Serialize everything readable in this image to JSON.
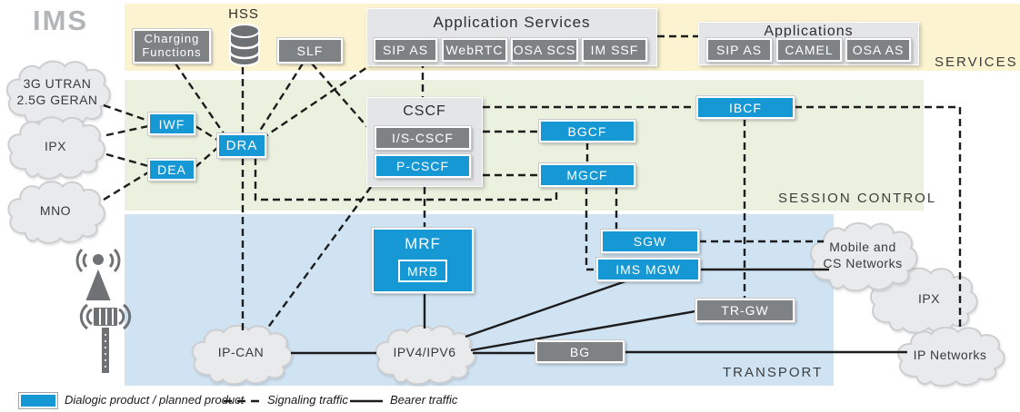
{
  "logo": "IMS",
  "bands": {
    "services": "SERVICES",
    "session_control": "SESSION CONTROL",
    "transport": "TRANSPORT"
  },
  "colors": {
    "product_blue": "#1698d4",
    "node_gray": "#7f8285",
    "services_bg": "#fcf3d1",
    "session_bg": "#eaf1de",
    "transport_bg": "#cfe3f3"
  },
  "clouds": {
    "utran": {
      "line1": "3G UTRAN",
      "line2": "2.5G GERAN"
    },
    "ipx_left": "IPX",
    "mno": "MNO",
    "ip_can": "IP-CAN",
    "ipv4": "IPV4/IPV6",
    "mobile_cs": {
      "line1": "Mobile and",
      "line2": "CS Networks"
    },
    "ipx_right": "IPX",
    "ip_networks": "IP Networks"
  },
  "nodes": {
    "charging": {
      "line1": "Charging",
      "line2": "Functions"
    },
    "hss": "HSS",
    "slf": "SLF",
    "iwf": "IWF",
    "dea": "DEA",
    "dra": "DRA",
    "ibcf": "IBCF",
    "bgcf": "BGCF",
    "mgcf": "MGCF",
    "sgw": "SGW",
    "ims_mgw": "IMS MGW",
    "tr_gw": "TR-GW",
    "bg": "BG",
    "mrf": "MRF",
    "mrb": "MRB"
  },
  "groups": {
    "app_services": {
      "title": "Application Services",
      "items": [
        "SIP AS",
        "WebRTC",
        "OSA SCS",
        "IM SSF"
      ]
    },
    "applications": {
      "title": "Applications",
      "items": [
        "SIP AS",
        "CAMEL",
        "OSA AS"
      ]
    },
    "cscf": {
      "title": "CSCF",
      "is_cscf": "I/S-CSCF",
      "p_cscf": "P-CSCF"
    }
  },
  "legend": {
    "product": "Dialogic product / planned product",
    "signaling": "Signaling traffic",
    "bearer": "Bearer traffic"
  }
}
